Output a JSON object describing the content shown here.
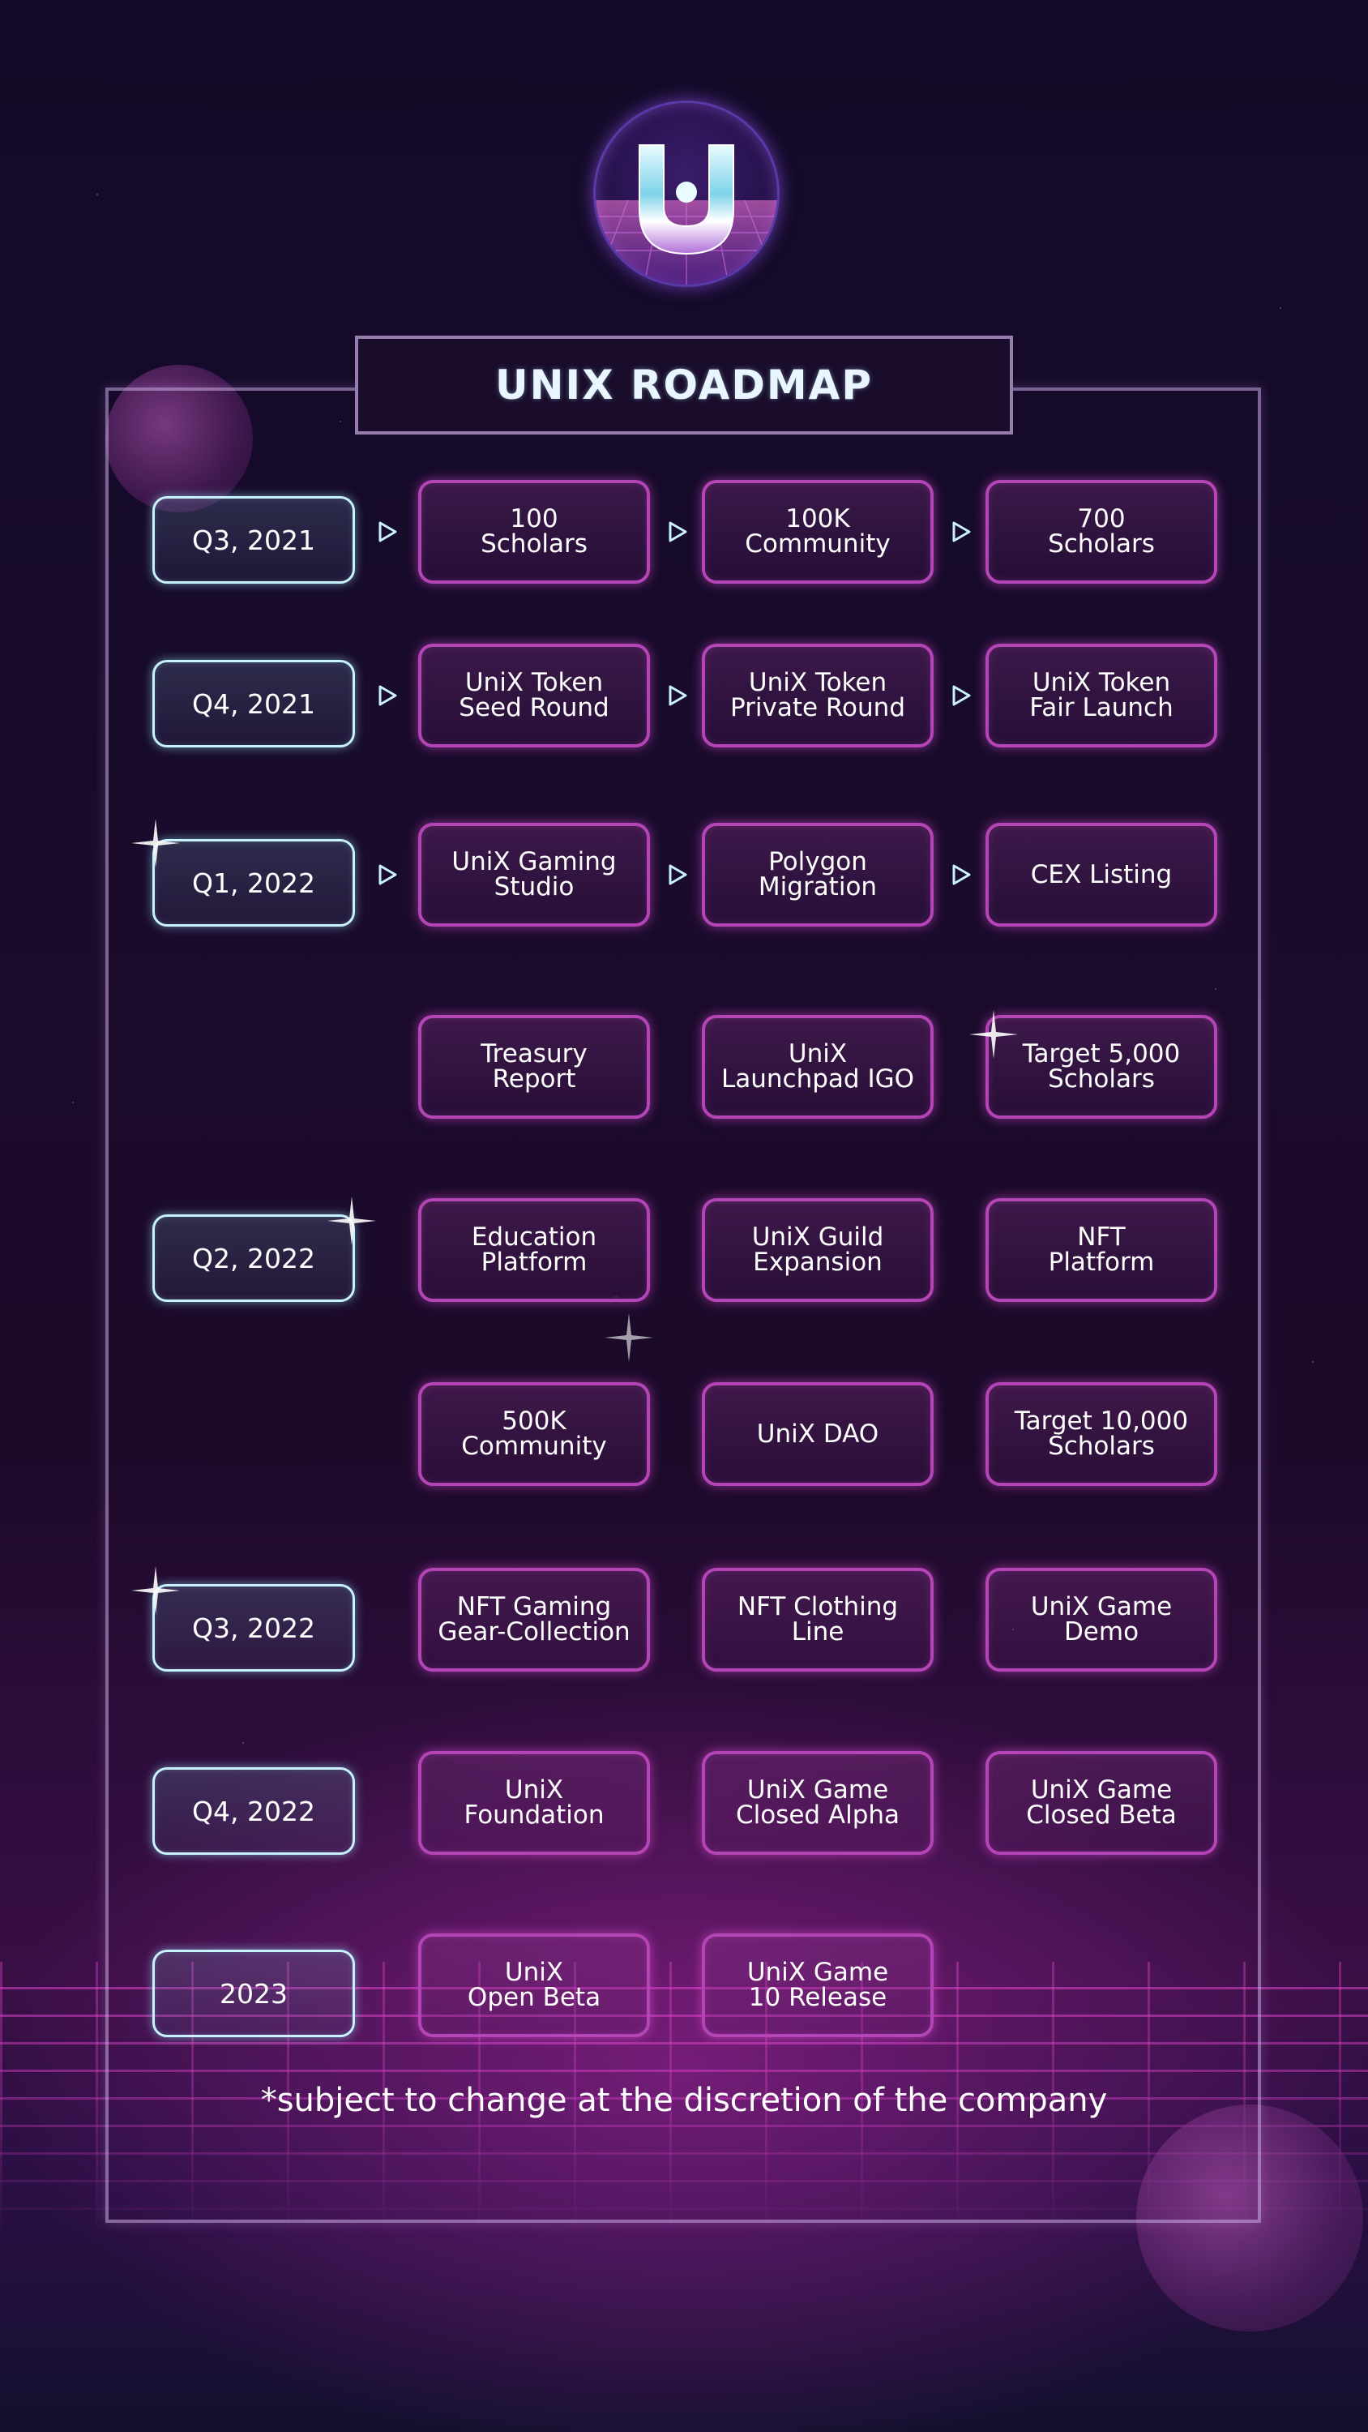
{
  "title": "UNIX ROADMAP",
  "logo": {
    "letter": "U",
    "name": "unix-logo-icon"
  },
  "rows": [
    {
      "quarter": "Q3, 2021",
      "items": [
        "100\nScholars",
        "100K\nCommunity",
        "700\nScholars"
      ]
    },
    {
      "quarter": "Q4, 2021",
      "items": [
        "UniX Token\nSeed Round",
        "UniX Token\nPrivate Round",
        "UniX Token\nFair Launch"
      ]
    },
    {
      "quarter": "Q1, 2022",
      "items": [
        "UniX Gaming\nStudio",
        "Polygon\nMigration",
        "CEX Listing"
      ]
    },
    {
      "quarter": "",
      "items": [
        "Treasury\nReport",
        "UniX\nLaunchpad IGO",
        "Target 5,000\nScholars"
      ]
    },
    {
      "quarter": "Q2, 2022",
      "items": [
        "Education\nPlatform",
        "UniX Guild\nExpansion",
        "NFT\nPlatform"
      ]
    },
    {
      "quarter": "",
      "items": [
        "500K\nCommunity",
        "UniX DAO",
        "Target 10,000\nScholars"
      ]
    },
    {
      "quarter": "Q3, 2022",
      "items": [
        "NFT Gaming\nGear-Collection",
        "NFT Clothing\nLine",
        "UniX Game\nDemo"
      ]
    },
    {
      "quarter": "Q4, 2022",
      "items": [
        "UniX\nFoundation",
        "UniX Game\nClosed Alpha",
        "UniX Game\nClosed Beta"
      ]
    },
    {
      "quarter": "2023",
      "items": [
        "UniX\nOpen Beta",
        "UniX Game\n10 Release",
        ""
      ]
    }
  ],
  "footnote": "*subject to change at the discretion of the company",
  "colors": {
    "quarter_border": "#c9f2ff",
    "item_border": "#b445b6",
    "background": "#1a0b2c",
    "grid": "#e646d2"
  }
}
